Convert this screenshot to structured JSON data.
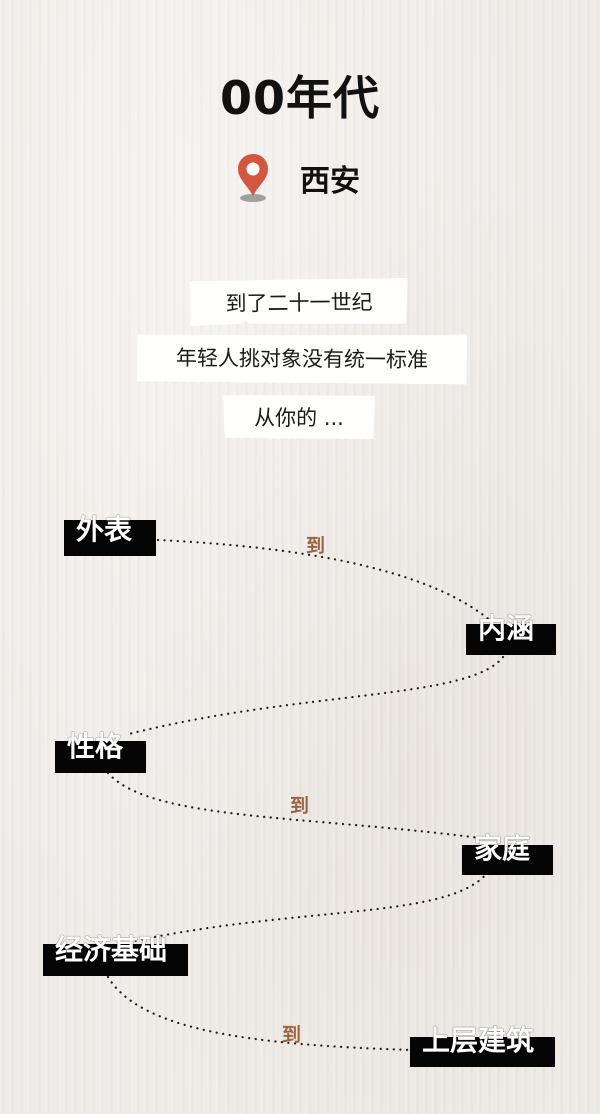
{
  "header": {
    "title": "00年代",
    "location": "西安",
    "location_icon": "map-pin-icon",
    "pin_color": "#d4563c"
  },
  "intro": {
    "lines": [
      "到了二十一世纪",
      "年轻人挑对象没有统一标准",
      "从你的 ..."
    ]
  },
  "journey": {
    "connector_label": "到",
    "connector_color": "#9a6440",
    "steps": [
      "外表",
      "内涵",
      "性格",
      "家庭",
      "经济基础",
      "上层建筑"
    ]
  }
}
